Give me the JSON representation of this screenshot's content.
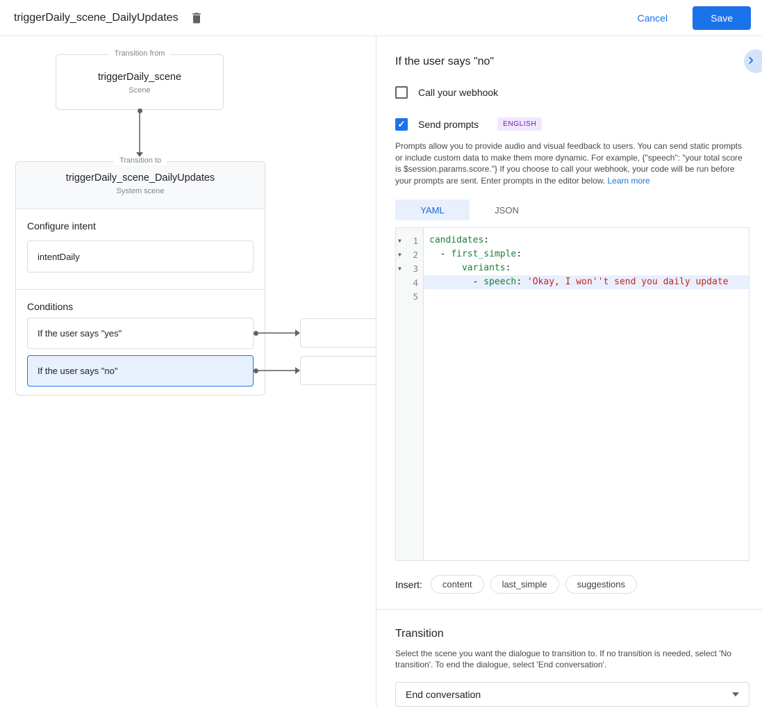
{
  "colors": {
    "accent": "#1a73e8",
    "selected_bg": "#e8f0fe",
    "code_key": "#188038",
    "code_string": "#c5221f",
    "badge_bg": "#f2e7fe",
    "badge_text": "#681da8"
  },
  "icons": {
    "check": "✓",
    "fold": "▼",
    "chevron_right": "›"
  },
  "header": {
    "title": "triggerDaily_scene_DailyUpdates",
    "cancel_label": "Cancel",
    "save_label": "Save"
  },
  "canvas": {
    "from_node": {
      "legend": "Transition from",
      "title": "triggerDaily_scene",
      "subtitle": "Scene"
    },
    "to_node": {
      "legend": "Transition to",
      "title": "triggerDaily_scene_DailyUpdates",
      "subtitle": "System scene",
      "intent": {
        "label": "Configure intent",
        "value": "intentDaily"
      },
      "conditions": {
        "label": "Conditions",
        "items": [
          {
            "label": "If the user says \"yes\"",
            "selected": false
          },
          {
            "label": "If the user says \"no\"",
            "selected": true
          }
        ]
      }
    }
  },
  "panel": {
    "title": "If the user says \"no\"",
    "webhook": {
      "label": "Call your webhook",
      "checked": false
    },
    "prompts": {
      "label": "Send prompts",
      "checked": true,
      "badge": "ENGLISH"
    },
    "description": "Prompts allow you to provide audio and visual feedback to users. You can send static prompts or include custom data to make them more dynamic. For example, {\"speech\": \"your total score is $session.params.score.\"} If you choose to call your webhook, your code will be run before your prompts are sent. Enter prompts in the editor below. ",
    "learn_more_label": "Learn more",
    "tabs": [
      {
        "label": "YAML",
        "active": true
      },
      {
        "label": "JSON",
        "active": false
      }
    ],
    "editor": {
      "lines": [
        {
          "num": 1,
          "highlighted": false,
          "tokens": [
            {
              "text": "candidates",
              "type": "key"
            },
            {
              "text": ":",
              "type": "punct"
            }
          ]
        },
        {
          "num": 2,
          "highlighted": false,
          "tokens": [
            {
              "text": "  - ",
              "type": "punct"
            },
            {
              "text": "first_simple",
              "type": "key"
            },
            {
              "text": ":",
              "type": "punct"
            }
          ]
        },
        {
          "num": 3,
          "highlighted": false,
          "tokens": [
            {
              "text": "      ",
              "type": "punct"
            },
            {
              "text": "variants",
              "type": "key"
            },
            {
              "text": ":",
              "type": "punct"
            }
          ]
        },
        {
          "num": 4,
          "highlighted": true,
          "tokens": [
            {
              "text": "        - ",
              "type": "punct"
            },
            {
              "text": "speech",
              "type": "key"
            },
            {
              "text": ": ",
              "type": "punct"
            },
            {
              "text": "'Okay, I won''t send you daily update",
              "type": "string"
            }
          ]
        },
        {
          "num": 5,
          "highlighted": false,
          "tokens": []
        }
      ]
    },
    "insert": {
      "label": "Insert:",
      "chips": [
        "content",
        "last_simple",
        "suggestions"
      ]
    },
    "transition": {
      "title": "Transition",
      "description": "Select the scene you want the dialogue to transition to. If no transition is needed, select 'No transition'. To end the dialogue, select 'End conversation'.",
      "selected_value": "End conversation"
    }
  }
}
